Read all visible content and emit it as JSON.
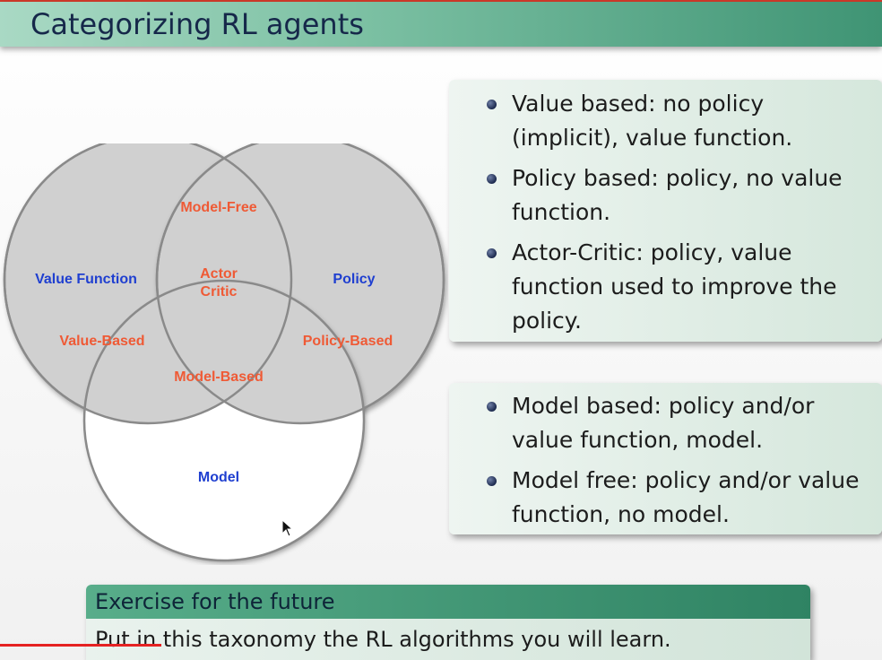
{
  "slide": {
    "title": "Categorizing RL agents"
  },
  "venn": {
    "circles": {
      "value_function": "Value Function",
      "policy": "Policy",
      "model": "Model"
    },
    "regions": {
      "model_free": "Model-Free",
      "actor_critic_line1": "Actor",
      "actor_critic_line2": "Critic",
      "value_based": "Value-Based",
      "policy_based": "Policy-Based",
      "model_based": "Model-Based"
    },
    "colors": {
      "circle_label": "#1f3fd0",
      "region_label": "#ef5a35",
      "circle_fill": "#cfcfcf",
      "circle_stroke": "#8a8a8a"
    }
  },
  "block_top": {
    "items": [
      "Value based: no policy (implicit), value function.",
      "Policy based: policy, no value function.",
      "Actor-Critic: policy, value function used to improve the policy."
    ]
  },
  "block_bottom": {
    "items": [
      "Model based: policy and/or value function, model.",
      "Model free: policy and/or value function, no model."
    ]
  },
  "exercise": {
    "title": "Exercise for the future",
    "body": "Put in this taxonomy the RL algorithms you will learn."
  },
  "icons": {
    "cursor": "mouse-pointer-icon",
    "bullet": "bullet-dot-icon"
  }
}
